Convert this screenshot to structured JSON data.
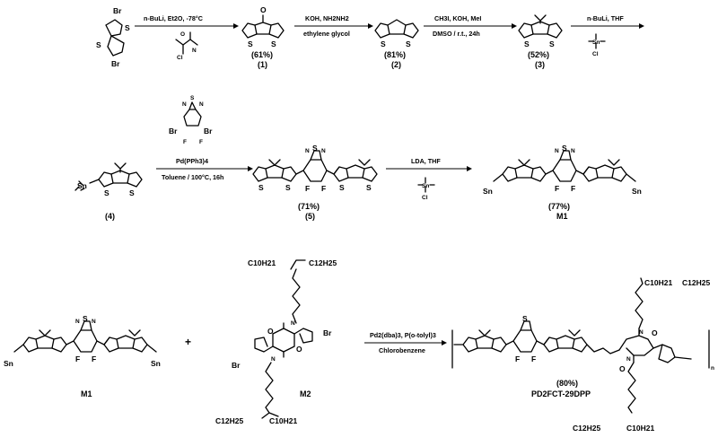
{
  "reactions": [
    {
      "above": "n-BuLi, Et2O, -78°C",
      "reagent": [
        "O",
        "Cl",
        "N"
      ]
    },
    {
      "above": "KOH, NH2NH2",
      "below": "ethylene glycol"
    },
    {
      "above": "CH3I, KOH, MeI",
      "below": "DMSO / r.t., 24h"
    },
    {
      "above": "n-BuLi, THF",
      "reagent": "Sn, Cl"
    },
    {
      "above": "Pd(PPh3)4",
      "below": "Toluene / 100°C, 16h"
    },
    {
      "above": "LDA, THF",
      "reagent": "Sn, Cl"
    },
    {
      "above": "Pd2(dba)3, P(o-tolyl)3",
      "below": "Chlorobenzene"
    }
  ],
  "compounds": [
    {
      "yield": "(61%)",
      "label": "(1)"
    },
    {
      "yield": "(81%)",
      "label": "(2)"
    },
    {
      "yield": "(52%)",
      "label": "(3)"
    },
    {
      "label": "(4)"
    },
    {
      "yield": "(71%)",
      "label": "(5)"
    },
    {
      "yield": "(77%)",
      "label": "M1"
    },
    {
      "label": "M1"
    },
    {
      "label": "M2"
    },
    {
      "yield": "(80%)",
      "label": "PD2FCT-29DPP"
    }
  ],
  "plus": "+",
  "atoms": {
    "S": "S",
    "N": "N",
    "F": "F",
    "Br": "Br",
    "O": "O",
    "Sn": "Sn",
    "Cl": "Cl"
  },
  "chains": {
    "c10_c12": "C10H21",
    "c12": "C12H25",
    "c12_c10_c12": "C12H25",
    "c12_c10_c10": "C10H21"
  },
  "polymer_n": "n"
}
